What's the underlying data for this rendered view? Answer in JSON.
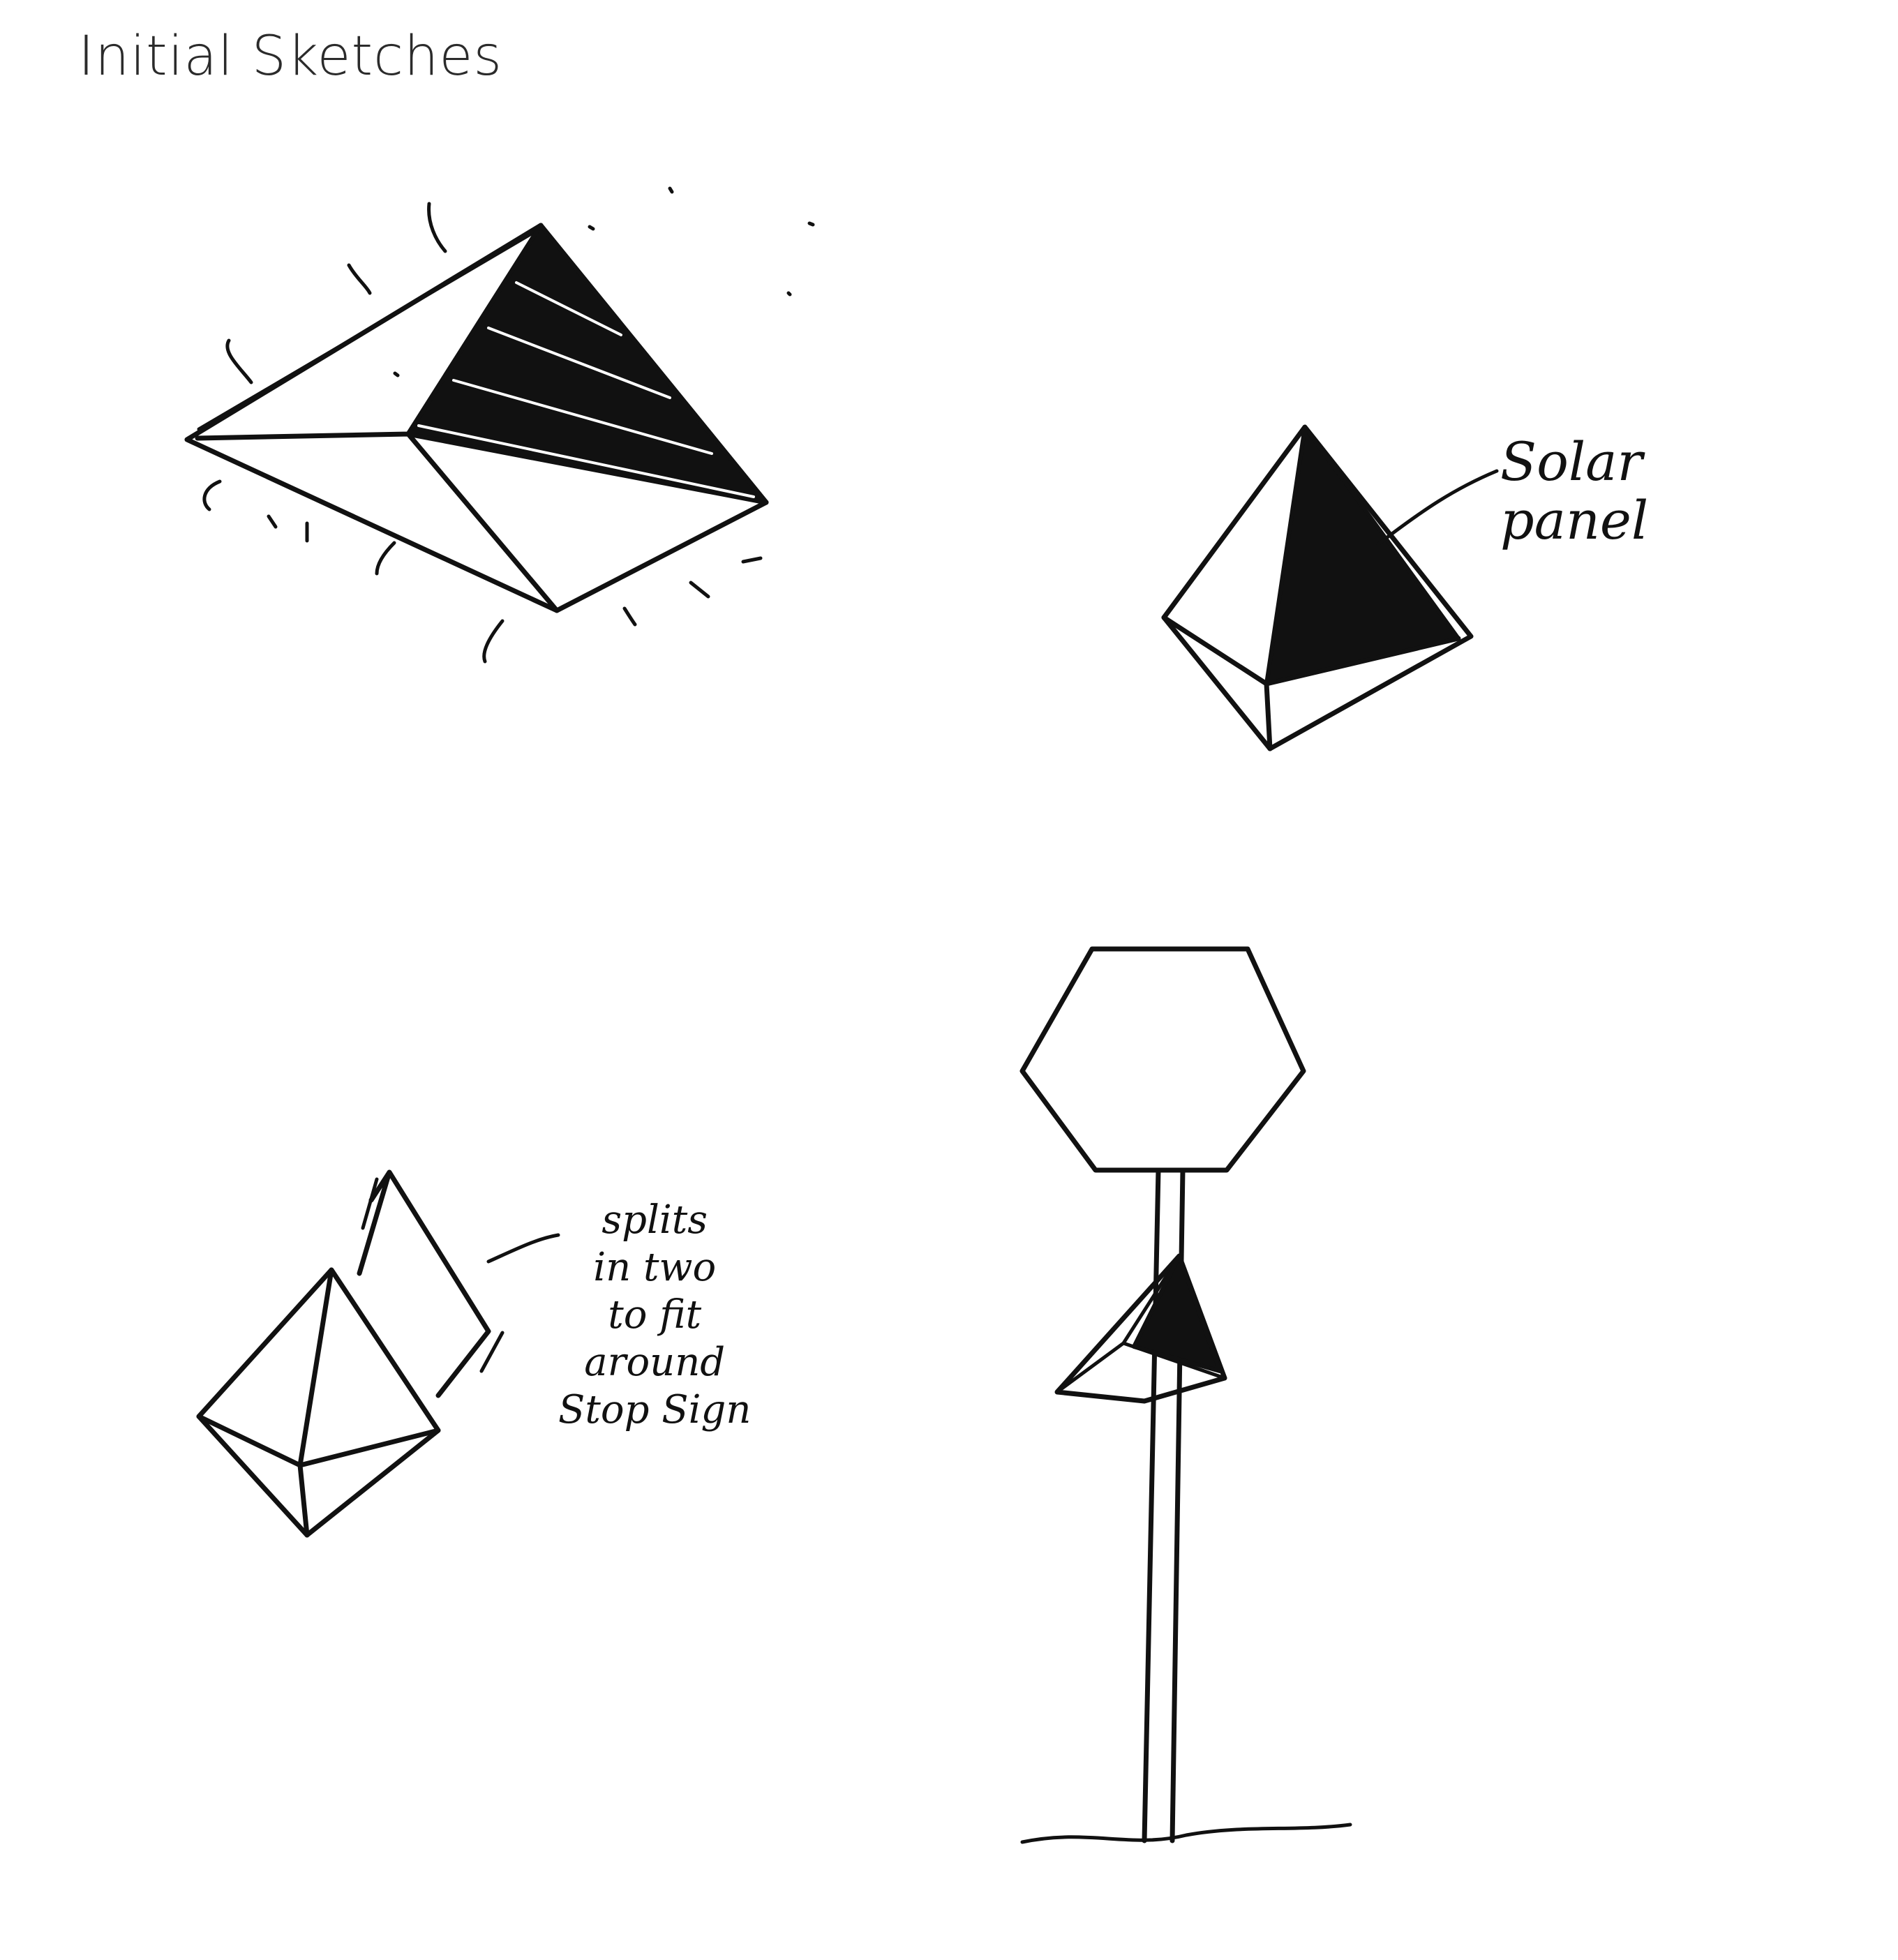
{
  "page": {
    "title": "Initial Sketches"
  },
  "annotations": {
    "solar_panel": "Solar\npanel",
    "splits": "splits\nin two\nto fit\naround\nStop Sign"
  },
  "colors": {
    "ink": "#111111",
    "title": "#2b2b2b",
    "paper": "#ffffff"
  }
}
